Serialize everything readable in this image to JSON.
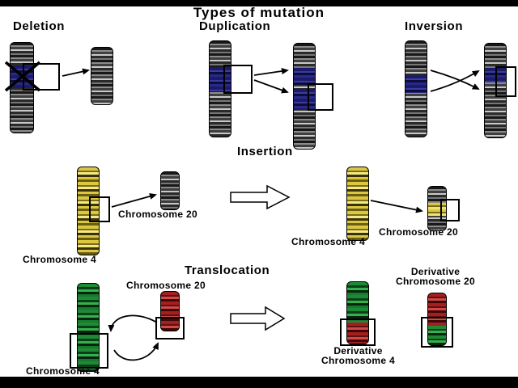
{
  "title": "Types of mutation",
  "sections": {
    "deletion": "Deletion",
    "duplication": "Duplication",
    "inversion": "Inversion",
    "insertion": "Insertion",
    "translocation": "Translocation"
  },
  "labels": {
    "chromosome_4": "Chromosome 4",
    "chromosome_20": "Chromosome 20",
    "derivative": "Derivative"
  },
  "colors": {
    "chrom_blue": "#1b1b6e",
    "chrom_yellow": "#dcc83e",
    "chrom_green": "#1f8a35",
    "chrom_red": "#a51f1f",
    "page_bg": "#ffffff",
    "bar": "#000000"
  }
}
